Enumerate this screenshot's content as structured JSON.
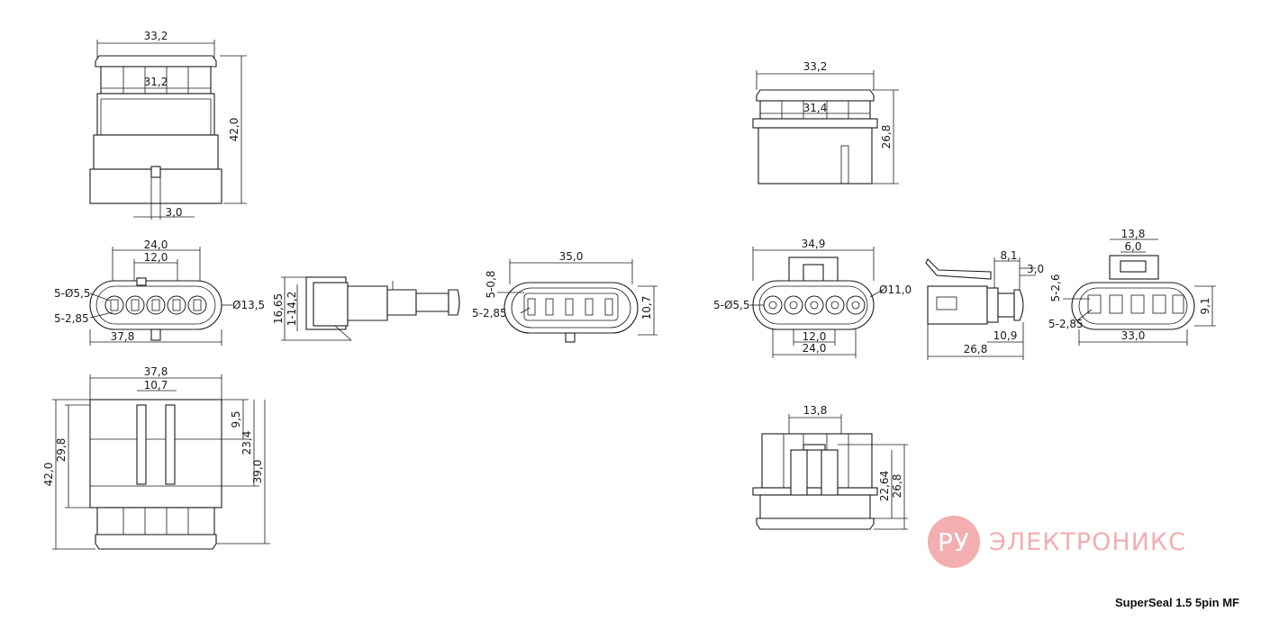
{
  "title": "SuperSeal 1.5 5pin MF",
  "logo": {
    "mark": "РУ",
    "text": "ЭЛЕКТРОНИКС",
    "color": "#f2aeb0"
  },
  "views": {
    "female_top": {
      "width_outer": "33,2",
      "width_inner": "31,2",
      "height": "42,0",
      "latch": "3,0"
    },
    "female_front": {
      "width": "24,0",
      "pitch": "12,0",
      "holes": "5-Ø5,5",
      "slot": "5-2,85",
      "diameter": "Ø13,5",
      "total_width": "37,8"
    },
    "female_side": {
      "height_a": "16,65",
      "height_b": "1-14,2"
    },
    "female_bottom": {
      "width_outer": "37,8",
      "width_inner": "10,7",
      "height_total": "42,0",
      "height_a": "29,8",
      "height_b": "9,5",
      "height_c": "23,4",
      "height_d": "39,0"
    },
    "male_rear": {
      "width": "35,0",
      "slot_count": "5-0,8",
      "slot": "5-2,85",
      "height": "10,7"
    },
    "male_top": {
      "width_outer": "33,2",
      "width_inner": "31,4",
      "height": "26,8"
    },
    "male_front": {
      "width": "34,9",
      "holes": "5-Ø5,5",
      "diameter": "Ø11,0",
      "pitch": "12,0",
      "spacing": "24,0"
    },
    "male_side": {
      "tab": "8,1",
      "tab_h": "3,0",
      "depth": "10,9",
      "length": "26,8"
    },
    "male_face": {
      "width_a": "13,8",
      "width_b": "6,0",
      "pin": "5-2,6",
      "slot": "5-2,85",
      "width": "33,0",
      "height": "9,1"
    },
    "male_bottom": {
      "width": "13,8",
      "height_a": "22,64",
      "height_b": "26,8"
    }
  }
}
